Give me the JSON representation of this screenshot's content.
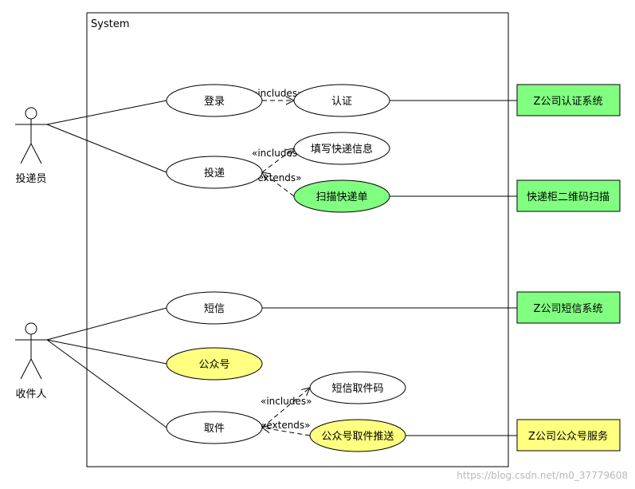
{
  "system": {
    "title": "System"
  },
  "actors": {
    "courier": "投递员",
    "recipient": "收件人"
  },
  "use_cases": {
    "login": "登录",
    "auth": "认证",
    "deliver": "投递",
    "fill_info": "填写快递信息",
    "scan": "扫描快递单",
    "sms": "短信",
    "official": "公众号",
    "pickup": "取件",
    "sms_code": "短信取件码",
    "push": "公众号取件推送"
  },
  "external": {
    "auth_sys": "Z公司认证系统",
    "qr_scan": "快递柜二维码扫描",
    "sms_sys": "Z公司短信系统",
    "official_svc": "Z公司公众号服务"
  },
  "stereotypes": {
    "includes": "«includes»",
    "extends": "«extends»"
  },
  "watermark": "https://blog.csdn.net/m0_37779608",
  "colors": {
    "green": "#80ff80",
    "yellow": "#ffff80",
    "white": "#ffffff",
    "stroke": "#000000"
  }
}
